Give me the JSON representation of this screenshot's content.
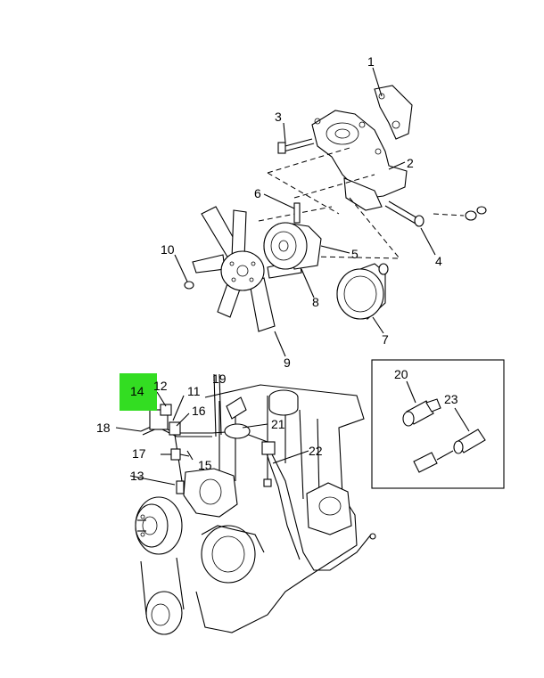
{
  "diagram": {
    "highlight_color": "#33dd22",
    "highlighted_callout": "14",
    "callouts": {
      "c1": "1",
      "c2": "2",
      "c3": "3",
      "c4": "4",
      "c5": "5",
      "c6": "6",
      "c7": "7",
      "c8": "8",
      "c9": "9",
      "c10": "10",
      "c11": "11",
      "c12": "12",
      "c13": "13",
      "c14": "14",
      "c15": "15",
      "c16": "16",
      "c17": "17",
      "c18": "18",
      "c19": "19",
      "c20": "20",
      "c21": "21",
      "c22": "22",
      "c23": "23"
    }
  }
}
